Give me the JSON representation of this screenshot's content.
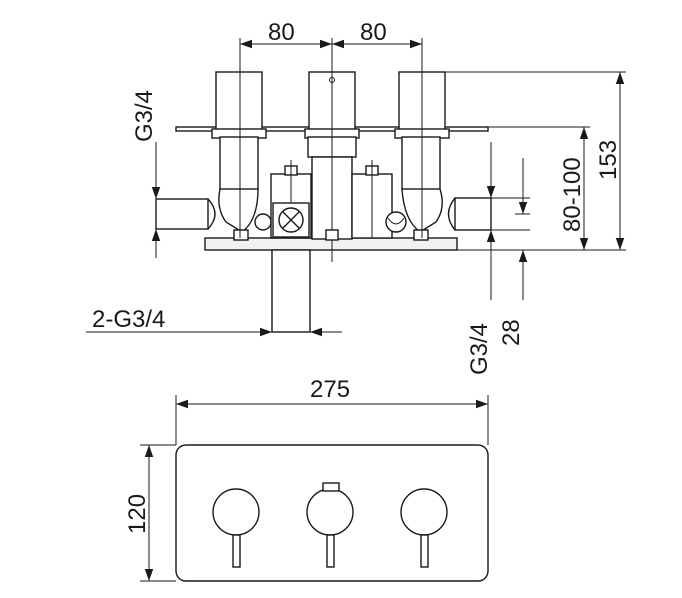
{
  "dimensions": {
    "spacing_left": "80",
    "spacing_right": "80",
    "inlet_left": "G3/4",
    "outlets_bottom": "2-G3/4",
    "outlet_right": "G3/4",
    "outlet_height": "28",
    "depth_range": "80-100",
    "total_depth": "153",
    "plate_width": "275",
    "plate_height": "120"
  },
  "colors": {
    "line": "#1a1a1a",
    "background": "#ffffff",
    "plate_fill": "#f2f2f2"
  }
}
